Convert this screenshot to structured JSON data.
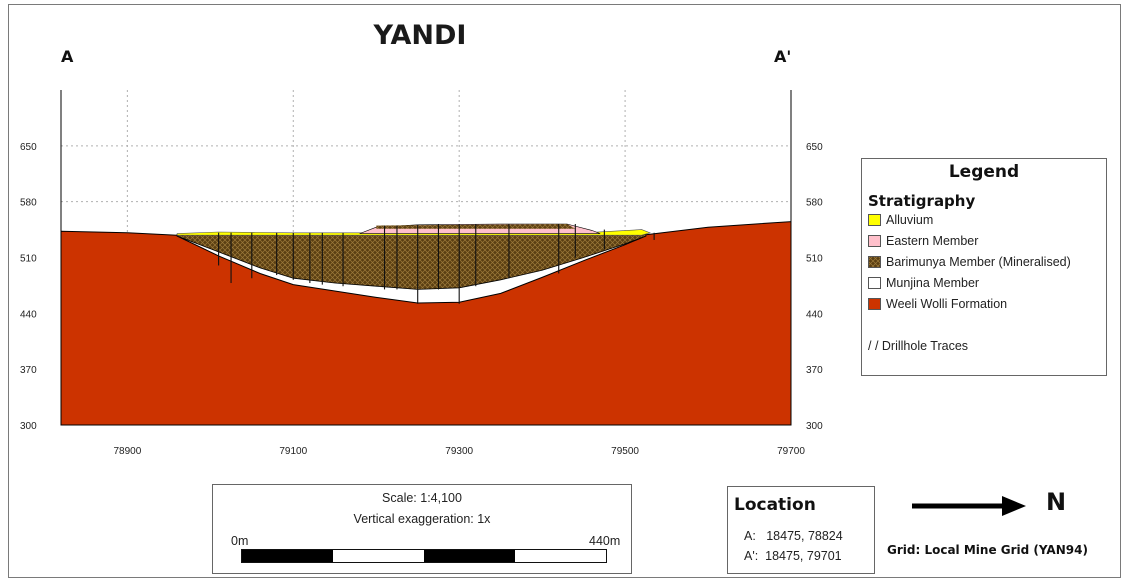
{
  "title": "YANDI",
  "section_start_label": "A",
  "section_end_label": "A'",
  "chart_data": {
    "type": "cross-section",
    "xlim": [
      78820,
      79700
    ],
    "ylim": [
      300,
      720
    ],
    "x_ticks": [
      78900,
      79100,
      79300,
      79500,
      79700
    ],
    "y_ticks": [
      300,
      370,
      440,
      510,
      580,
      650
    ],
    "grid": true,
    "units": {
      "ground_surface": {
        "color": "#cc3300",
        "profile": [
          [
            78820,
            543
          ],
          [
            78900,
            541
          ],
          [
            78960,
            538
          ],
          [
            79520,
            538
          ],
          [
            79600,
            548
          ],
          [
            79700,
            555
          ]
        ]
      },
      "munjina_base": {
        "color": "#ffffff",
        "profile": [
          [
            78960,
            537
          ],
          [
            79010,
            512
          ],
          [
            79060,
            490
          ],
          [
            79100,
            476
          ],
          [
            79150,
            468
          ],
          [
            79200,
            460
          ],
          [
            79250,
            453
          ],
          [
            79300,
            454
          ],
          [
            79350,
            465
          ],
          [
            79400,
            485
          ],
          [
            79450,
            506
          ],
          [
            79500,
            526
          ],
          [
            79525,
            537
          ]
        ]
      },
      "barimunya_base": {
        "color": "#5b3f12",
        "profile": [
          [
            78960,
            537
          ],
          [
            79010,
            517
          ],
          [
            79060,
            497
          ],
          [
            79100,
            484
          ],
          [
            79150,
            478
          ],
          [
            79200,
            474
          ],
          [
            79250,
            470
          ],
          [
            79300,
            472
          ],
          [
            79350,
            482
          ],
          [
            79400,
            494
          ],
          [
            79450,
            510
          ],
          [
            79500,
            527
          ],
          [
            79525,
            537
          ]
        ]
      },
      "alluvium": {
        "color": "#ffff00",
        "profile": [
          [
            78960,
            540
          ],
          [
            79010,
            542
          ],
          [
            79100,
            541
          ],
          [
            79150,
            541
          ],
          [
            79450,
            541
          ],
          [
            79520,
            545
          ],
          [
            79530,
            541
          ]
        ]
      },
      "eastern_member": {
        "color": "#ffc0cb",
        "profile": [
          [
            79180,
            540
          ],
          [
            79200,
            548
          ],
          [
            79250,
            551
          ],
          [
            79350,
            552
          ],
          [
            79430,
            552
          ],
          [
            79460,
            544
          ],
          [
            79470,
            540
          ]
        ]
      }
    },
    "drillholes": [
      {
        "x": 79010,
        "top": 541,
        "bottom": 500
      },
      {
        "x": 79025,
        "top": 541,
        "bottom": 478
      },
      {
        "x": 79050,
        "top": 541,
        "bottom": 484
      },
      {
        "x": 79080,
        "top": 541,
        "bottom": 488
      },
      {
        "x": 79100,
        "top": 541,
        "bottom": 482
      },
      {
        "x": 79120,
        "top": 541,
        "bottom": 478
      },
      {
        "x": 79135,
        "top": 541,
        "bottom": 476
      },
      {
        "x": 79160,
        "top": 541,
        "bottom": 474
      },
      {
        "x": 79210,
        "top": 550,
        "bottom": 470
      },
      {
        "x": 79225,
        "top": 550,
        "bottom": 470
      },
      {
        "x": 79250,
        "top": 551,
        "bottom": 452
      },
      {
        "x": 79275,
        "top": 552,
        "bottom": 470
      },
      {
        "x": 79300,
        "top": 552,
        "bottom": 452
      },
      {
        "x": 79320,
        "top": 552,
        "bottom": 474
      },
      {
        "x": 79360,
        "top": 552,
        "bottom": 484
      },
      {
        "x": 79420,
        "top": 552,
        "bottom": 490
      },
      {
        "x": 79440,
        "top": 552,
        "bottom": 510
      },
      {
        "x": 79475,
        "top": 545,
        "bottom": 520
      },
      {
        "x": 79535,
        "top": 541,
        "bottom": 532
      }
    ]
  },
  "legend": {
    "title": "Legend",
    "subtitle": "Stratigraphy",
    "items": [
      {
        "label": "Alluvium",
        "color": "#ffff00"
      },
      {
        "label": "Eastern Member",
        "color": "#ffc0cb"
      },
      {
        "label": "Barimunya Member (Mineralised)",
        "color": "#5b3f12"
      },
      {
        "label": "Munjina Member",
        "color": "#ffffff"
      },
      {
        "label": "Weeli Wolli Formation",
        "color": "#cc3300"
      }
    ],
    "drillhole_label": "/ /  Drillhole Traces"
  },
  "scale": {
    "scale_text": "Scale: 1:4,100",
    "exaggeration_text": "Vertical exaggeration: 1x",
    "start_label": "0m",
    "end_label": "440m"
  },
  "location": {
    "title": "Location",
    "a_label": "A:",
    "a_value": "18475, 78824",
    "a_prime_label": "A':",
    "a_prime_value": "18475, 79701"
  },
  "north_label": "N",
  "grid_note": "Grid: Local Mine Grid (YAN94)"
}
